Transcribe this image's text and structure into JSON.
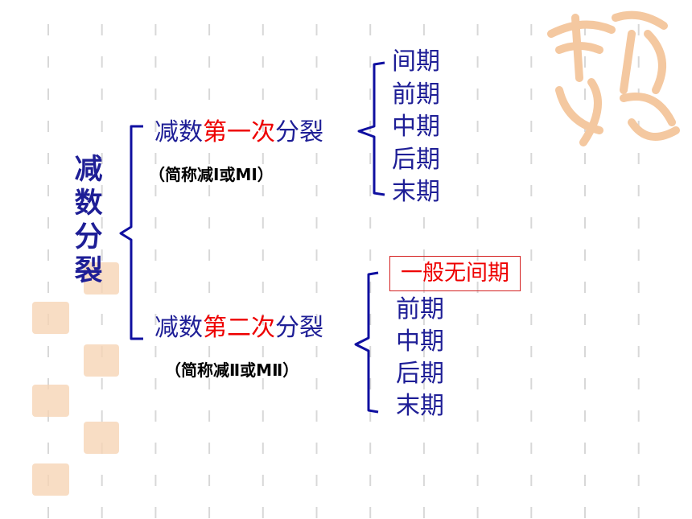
{
  "root": {
    "label": "减数分裂"
  },
  "branches": [
    {
      "prefix": "减数",
      "highlight": "第一次",
      "suffix": "分裂",
      "abbr": "（简称减Ⅰ或MⅠ）",
      "phases": [
        {
          "label": "间期",
          "style": "red"
        },
        {
          "label": "前期",
          "style": "blue"
        },
        {
          "label": "中期",
          "style": "blue"
        },
        {
          "label": "后期",
          "style": "blue"
        },
        {
          "label": "末期",
          "style": "blue"
        }
      ]
    },
    {
      "prefix": "减数",
      "highlight": "第二次",
      "suffix": "分裂",
      "abbr": "（简称减Ⅱ或MⅡ）",
      "phases": [
        {
          "label": "一般无间期",
          "style": "boxed-red"
        },
        {
          "label": "前期",
          "style": "blue"
        },
        {
          "label": "中期",
          "style": "blue"
        },
        {
          "label": "后期",
          "style": "blue"
        },
        {
          "label": "末期",
          "style": "blue"
        }
      ]
    }
  ],
  "colors": {
    "blue_text": "#1e1e96",
    "red_text": "#ee0000",
    "bracket": "#0f0fa0",
    "dash": "#d8d8d8",
    "watermark": "#f4c8a0"
  }
}
